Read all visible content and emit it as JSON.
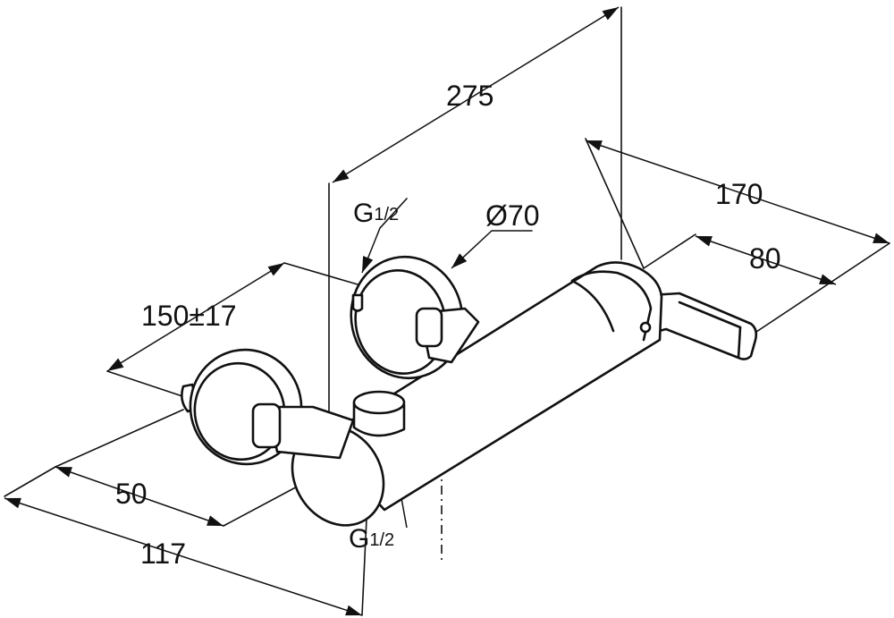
{
  "dimensions": {
    "overall_height": "275",
    "depth": "170",
    "lever_length": "80",
    "diameter": "Ø70",
    "thread_top": "G",
    "thread_top_frac": "1/2",
    "thread_bottom": "G",
    "thread_bottom_frac": "1/2",
    "centres": "150±17",
    "offset": "50",
    "projection": "117"
  },
  "colors": {
    "line": "#111111",
    "background": "#ffffff"
  }
}
